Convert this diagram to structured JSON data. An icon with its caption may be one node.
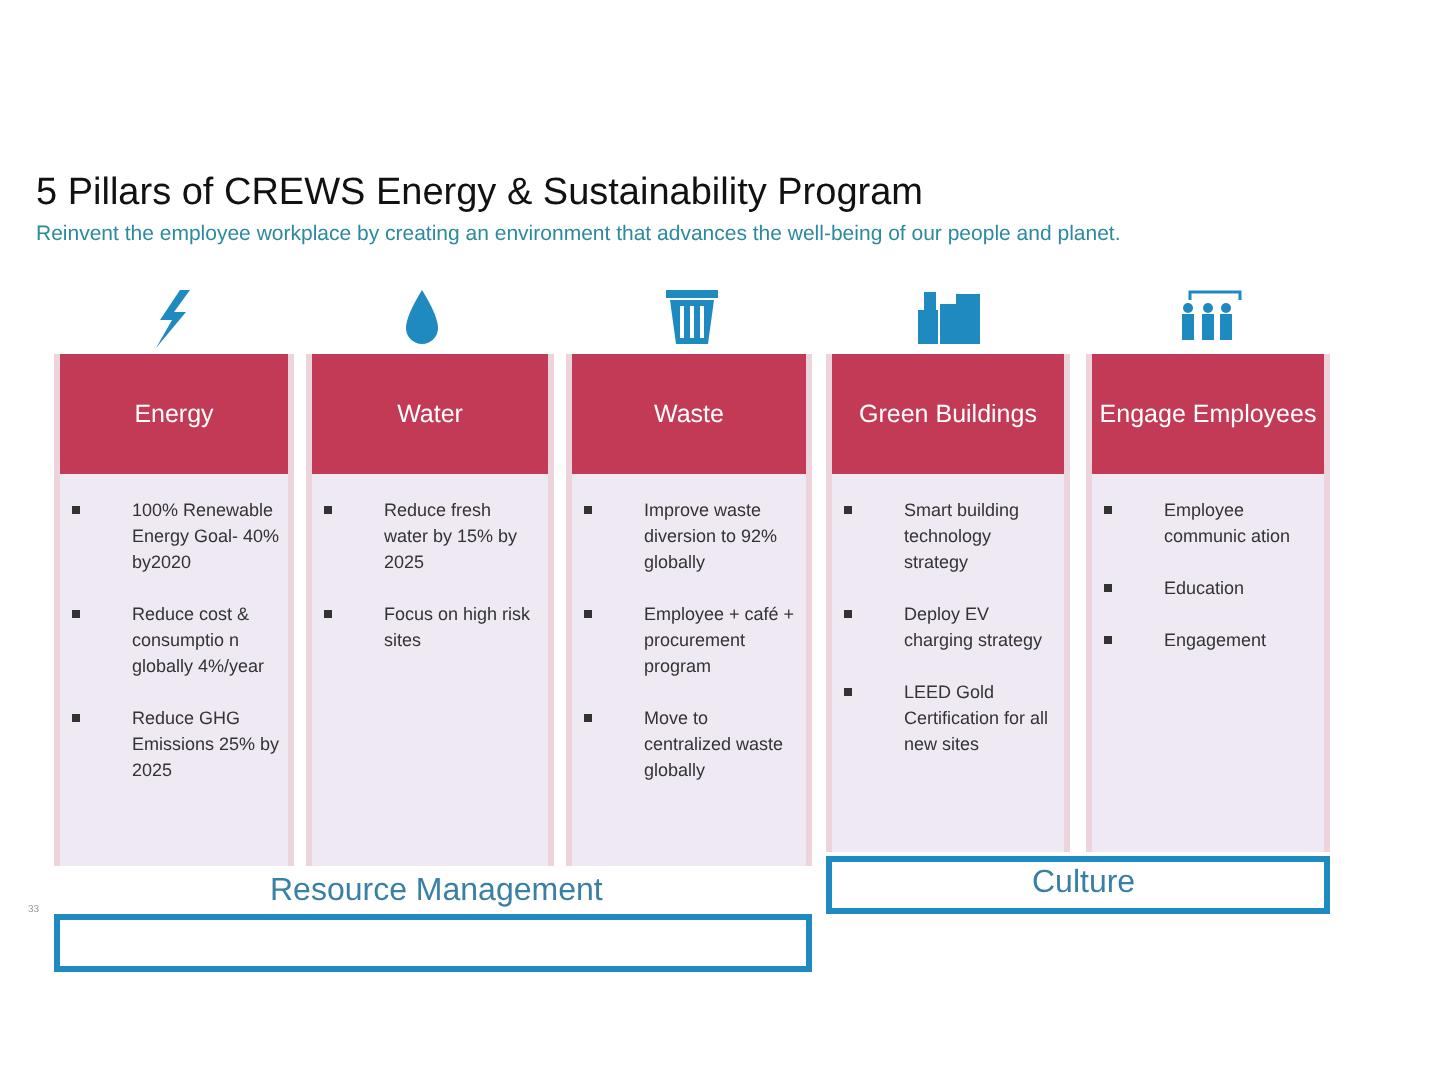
{
  "diagram": {
    "title": "5 Pillars of CREWS Energy & Sustainability Program",
    "caption": "Reinvent the employee workplace by creating an environment that advances the well-being of our people and planet.",
    "nodes": [
      {
        "text": [
          "Energy",
          "100% Renewable Energy Goal- 40% by2020",
          "Reduce cost & consumptio n globally 4%/year",
          "Reduce GHG Emissions 25% by 2025"
        ]
      },
      {
        "text": [
          "Water",
          "Reduce fresh water by 15% by 2025",
          "Focus on high risk sites"
        ]
      },
      {
        "text": [
          "Waste",
          "Improve waste diversion to 92% globally",
          "Employee + café + procurement program",
          "Move to centralized waste globally"
        ]
      },
      {
        "text": [
          "Green Buildings",
          "Smart building technology strategy",
          "Deploy EV charging strategy",
          "LEED Gold Certification for all new sites"
        ]
      },
      {
        "text": [
          "Engage Employees",
          "Employee communic ation",
          "Education",
          "Engagement"
        ]
      },
      {
        "text": [
          "Resource Management"
        ]
      },
      {
        "text": [
          "Culture"
        ]
      }
    ],
    "labels": [
      "33"
    ]
  }
}
